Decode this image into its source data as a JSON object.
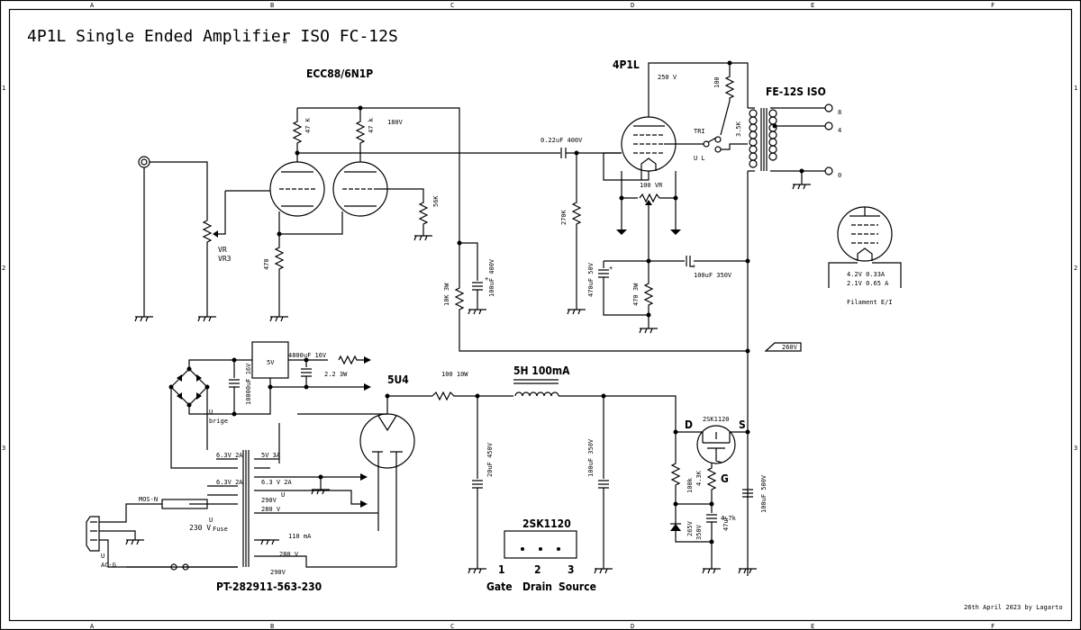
{
  "title": "4P1L Single Ended Amplifier ISO FC-12S",
  "title_marker": "U",
  "border": {
    "columns": [
      "A",
      "B",
      "C",
      "D",
      "E",
      "F"
    ],
    "rows": [
      "1",
      "2",
      "3"
    ]
  },
  "preamp": {
    "tube_label": "ECC88/6N1P",
    "r_plate1": "47 K",
    "r_plate2": "47 k",
    "b_plus": "180V",
    "r_grid": "56K",
    "r_cathode": "470",
    "volume": [
      "VR",
      "VR3"
    ],
    "r_drop": "10K 3W",
    "c_decouple": "100uF  400V"
  },
  "output_stage": {
    "tube_label": "4P1L",
    "b_plus": "250 V",
    "r_g2": "100",
    "c_coupling": "0.22uF 400V",
    "r_grid": "270K",
    "hum_pot": "100 VR",
    "switch_tri": "TRI",
    "switch_ul": "U L",
    "primary_imp": "3.5K",
    "c_cathode": "470uF 50V",
    "r_cathode": "470 3W",
    "c_bypass": "100uF  350V",
    "rail_tag": "260V"
  },
  "output_transformer": {
    "label": "FE-12S ISO",
    "taps": [
      "8",
      "4",
      "0"
    ]
  },
  "filament": {
    "specs": [
      "4.2V 0.33A",
      "2.1V 0.65 A"
    ],
    "caption": "Filament E/I"
  },
  "power_supply": {
    "regulator": "5V",
    "c_reg_out": "4800uF 16V",
    "r_reg_out": "2.2  3W",
    "c_bridge": "10000uF 16V",
    "bridge_marker": "U",
    "bridge_label": "brige",
    "rectifier_label": "5U4",
    "r_series": "100 10W",
    "choke_label": "5H 100mA",
    "c_first": "20uF 450V",
    "c_second": "100uF 350V",
    "mosfet": "2SK1120",
    "mosfet_pins": [
      "D",
      "S",
      "G"
    ],
    "r_gate_bias": "100k",
    "r_gate": "4.3K",
    "zener": [
      "265V",
      "350V"
    ],
    "c_gate": "47uF",
    "r_gate2": "4.7k",
    "c_out": "100uF  500V"
  },
  "power_transformer": {
    "label": "PT-282911-563-230",
    "primary": "230 V",
    "fuse_marker": "U",
    "fuse_label": "Fuse",
    "fuse_type": "MOS-N",
    "inlet_marker": "U",
    "inlet_label": "AC-G",
    "windings": [
      "6.3V 2A",
      "6.3V 2A",
      "5V 3A",
      "6.3 V 2A",
      "290V",
      "280 V",
      "110 mA",
      "280 V",
      "290V"
    ],
    "winding_marker": "U"
  },
  "pinout": {
    "part": "2SK1120",
    "numbers": [
      "1",
      "2",
      "3"
    ],
    "names": [
      "Gate",
      "Drain",
      "Source"
    ]
  },
  "footer": "26th April 2023 by Lagarto"
}
